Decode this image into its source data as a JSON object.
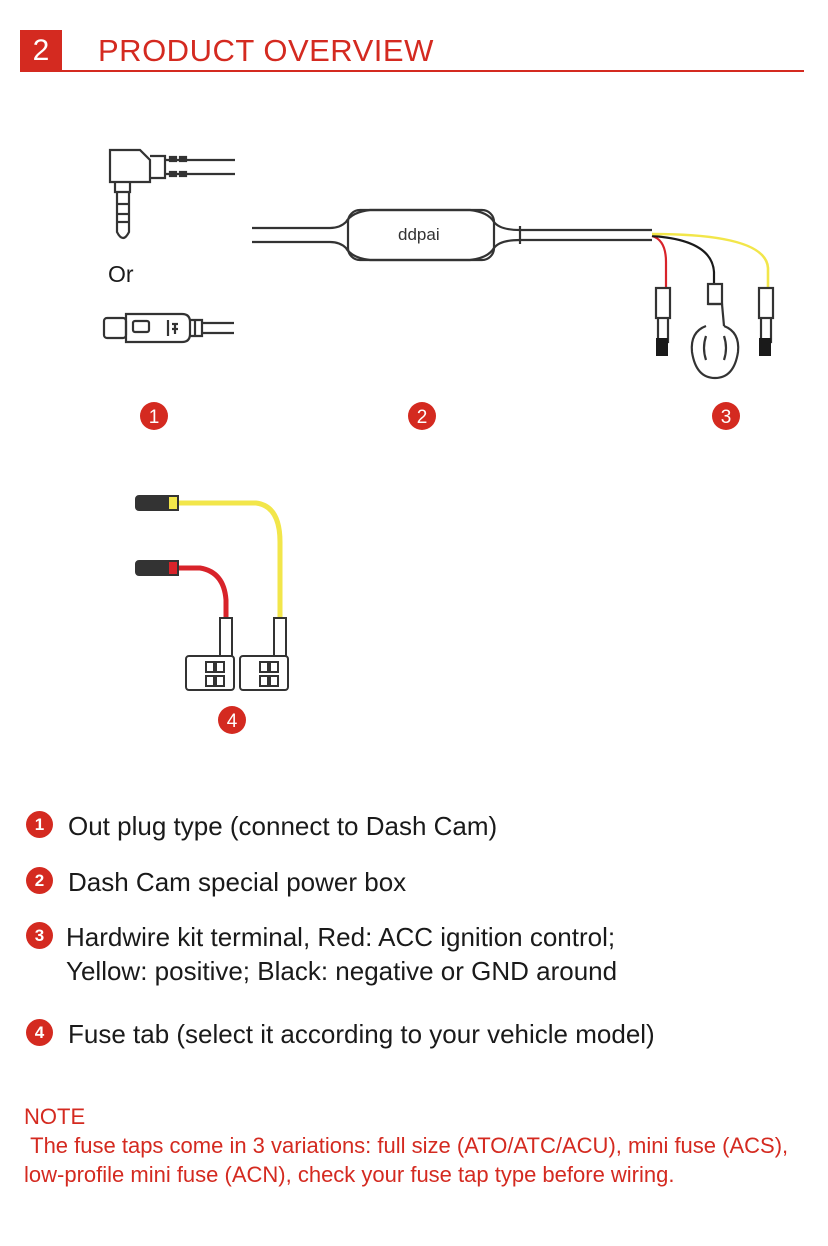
{
  "header": {
    "section_number": "2",
    "title": "PRODUCT OVERVIEW"
  },
  "diagram": {
    "or_label": "Or",
    "brand_label": "ddpai",
    "callouts": [
      "1",
      "2",
      "3",
      "4"
    ],
    "colors": {
      "accent": "#d42a20",
      "red_wire": "#d8232a",
      "yellow_wire": "#f2e64a",
      "black_wire": "#1a1a1a",
      "line": "#333333"
    }
  },
  "legend": [
    {
      "number": "1",
      "lines": [
        "Out plug type (connect to Dash Cam)"
      ]
    },
    {
      "number": "2",
      "lines": [
        "Dash Cam special power box"
      ]
    },
    {
      "number": "3",
      "lines": [
        "Hardwire kit terminal, Red: ACC ignition control;",
        "Yellow: positive; Black: negative or GND around"
      ]
    },
    {
      "number": "4",
      "lines": [
        "Fuse tab (select it according to your vehicle model)"
      ]
    }
  ],
  "note": {
    "title": "NOTE",
    "text": " The fuse taps come in 3 variations: full size (ATO/ATC/ACU), mini fuse (ACS), low-profile mini fuse (ACN), check your fuse tap type before wiring."
  }
}
